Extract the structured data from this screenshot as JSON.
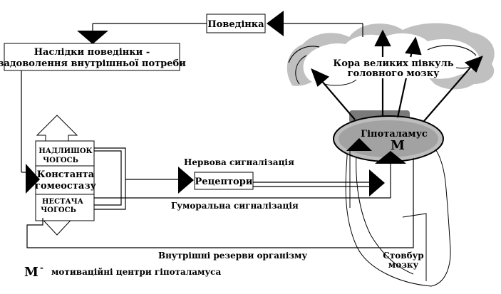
{
  "nodes": {
    "behavior": "Поведінка",
    "consequences_line1": "Наслідки поведінки -",
    "consequences_line2": "задоволення внутрішньої потреби",
    "cortex_line1": "Кора великих півкуль",
    "cortex_line2": "головного мозку",
    "hypothalamus": "Гіпоталамус",
    "hypothalamus_m": "M",
    "excess_line1": "НАДЛИШОК",
    "excess_line2": "ЧОГОСЬ",
    "constant_line1": "Константа",
    "constant_line2": "гомеостазу",
    "shortage_line1": "НЕСТАЧА",
    "shortage_line2": "ЧОГОСЬ",
    "receptors": "Рецептори",
    "brainstem_line1": "Стовбур",
    "brainstem_line2": "мозку"
  },
  "edges": {
    "nervous": "Нервова сигналізація",
    "humoral": "Гуморальна сигналізація",
    "reserves": "Внутрішні резерви організму"
  },
  "legend": {
    "symbol": "M",
    "dash": "-",
    "text": "мотиваційні центри гіпоталамуса"
  }
}
